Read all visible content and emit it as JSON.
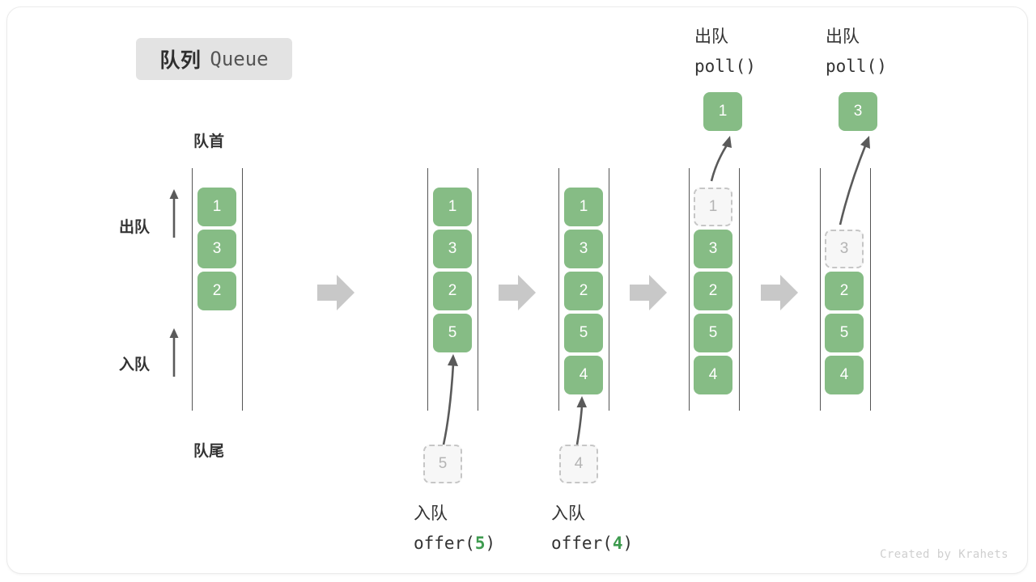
{
  "title": {
    "cn": "队列",
    "en": "Queue"
  },
  "labels": {
    "front": "队首",
    "rear": "队尾",
    "dequeue": "出队",
    "enqueue": "入队"
  },
  "credit": "Created by Krahets",
  "colors": {
    "element_fill": "#86bc85",
    "element_text": "#ffffff",
    "ghost_fill": "#f7f7f7",
    "ghost_border": "#c6c6c6",
    "ghost_text": "#b4b4b4",
    "rail": "#555555",
    "arrow": "#5a5a5a",
    "step_arrow": "#c8c8c8",
    "badge_bg": "#e3e3e3",
    "code_arg": "#3e9b4f"
  },
  "stages": [
    {
      "id": "initial",
      "elements": [
        "1",
        "3",
        "2"
      ],
      "ghost": null,
      "operation": null
    },
    {
      "id": "offer-5",
      "elements": [
        "1",
        "3",
        "2",
        "5"
      ],
      "ghost": {
        "value": "5",
        "position": "below"
      },
      "operation": {
        "cn": "入队",
        "code_prefix": "offer(",
        "code_arg": "5",
        "code_suffix": ")"
      }
    },
    {
      "id": "offer-4",
      "elements": [
        "1",
        "3",
        "2",
        "5",
        "4"
      ],
      "ghost": {
        "value": "4",
        "position": "below"
      },
      "operation": {
        "cn": "入队",
        "code_prefix": "offer(",
        "code_arg": "4",
        "code_suffix": ")"
      }
    },
    {
      "id": "poll-1",
      "elements": [
        "3",
        "2",
        "5",
        "4"
      ],
      "ghost": {
        "value": "1",
        "position": "top-slot"
      },
      "popped": "1",
      "operation": {
        "cn": "出队",
        "code_prefix": "poll(",
        "code_arg": "",
        "code_suffix": ")"
      }
    },
    {
      "id": "poll-3",
      "elements": [
        "2",
        "5",
        "4"
      ],
      "ghost": {
        "value": "3",
        "position": "second-slot"
      },
      "popped": "3",
      "operation": {
        "cn": "出队",
        "code_prefix": "poll(",
        "code_arg": "",
        "code_suffix": ")"
      }
    }
  ]
}
